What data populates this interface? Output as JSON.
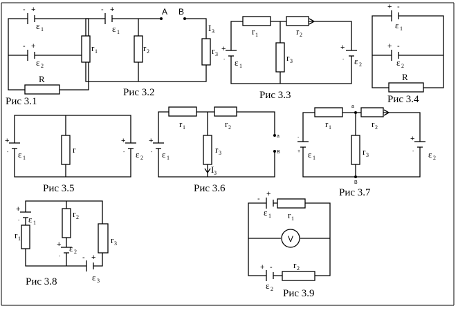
{
  "figures": [
    {
      "caption": "Рис 3.1",
      "labels": {
        "e1": "ε",
        "e1_sub": "1",
        "e2": "ε",
        "e2_sub": "2",
        "r": "R"
      }
    },
    {
      "caption": "Рис 3.2",
      "labels": {
        "e1": "ε",
        "e1_sub": "1",
        "a": "A",
        "b": "B",
        "r1": "r",
        "r1_sub": "1",
        "r2": "r",
        "r2_sub": "2",
        "r3": "r",
        "r3_sub": "3",
        "i3": "I",
        "i3_sub": "3"
      }
    },
    {
      "caption": "Рис 3.3",
      "labels": {
        "e1": "ε",
        "e1_sub": "1",
        "e2": "ε",
        "e2_sub": "2",
        "r1": "r",
        "r1_sub": "1",
        "r2": "r",
        "r2_sub": "2",
        "r3": "r",
        "r3_sub": "3"
      }
    },
    {
      "caption": "Рис 3.4",
      "labels": {
        "e1": "ε",
        "e1_sub": "1",
        "e2": "ε",
        "e2_sub": "2",
        "r": "R"
      }
    },
    {
      "caption": "Рис 3.5",
      "labels": {
        "e1": "ε",
        "e1_sub": "1",
        "e2": "ε",
        "e2_sub": "2",
        "r": "r"
      }
    },
    {
      "caption": "Рис 3.6",
      "labels": {
        "e1": "ε",
        "e1_sub": "1",
        "r1": "r",
        "r1_sub": "1",
        "r2": "r",
        "r2_sub": "2",
        "r3": "r",
        "r3_sub": "3",
        "i3": "I",
        "i3_sub": "3",
        "a": "a",
        "b": "B"
      }
    },
    {
      "caption": "Рис 3.7",
      "labels": {
        "e1": "ε",
        "e1_sub": "1",
        "e2": "ε",
        "e2_sub": "2",
        "r1": "r",
        "r1_sub": "1",
        "r2": "r",
        "r2_sub": "2",
        "r3": "r",
        "r3_sub": "3",
        "a": "a",
        "b": "B"
      }
    },
    {
      "caption": "Рис 3.8",
      "labels": {
        "e1": "ε",
        "e1_sub": "1",
        "e2": "ε",
        "e2_sub": "2",
        "e3": "ε",
        "e3_sub": "3",
        "r1": "r",
        "r1_sub": "1",
        "r2": "r",
        "r2_sub": "2",
        "r3": "r",
        "r3_sub": "3"
      }
    },
    {
      "caption": "Рис 3.9",
      "labels": {
        "e1": "ε",
        "e1_sub": "1",
        "e2": "ε",
        "e2_sub": "2",
        "r1": "r",
        "r1_sub": "1",
        "r2": "r",
        "r2_sub": "2",
        "v": "V"
      }
    }
  ],
  "signs": {
    "plus": "+",
    "minus": "-"
  }
}
